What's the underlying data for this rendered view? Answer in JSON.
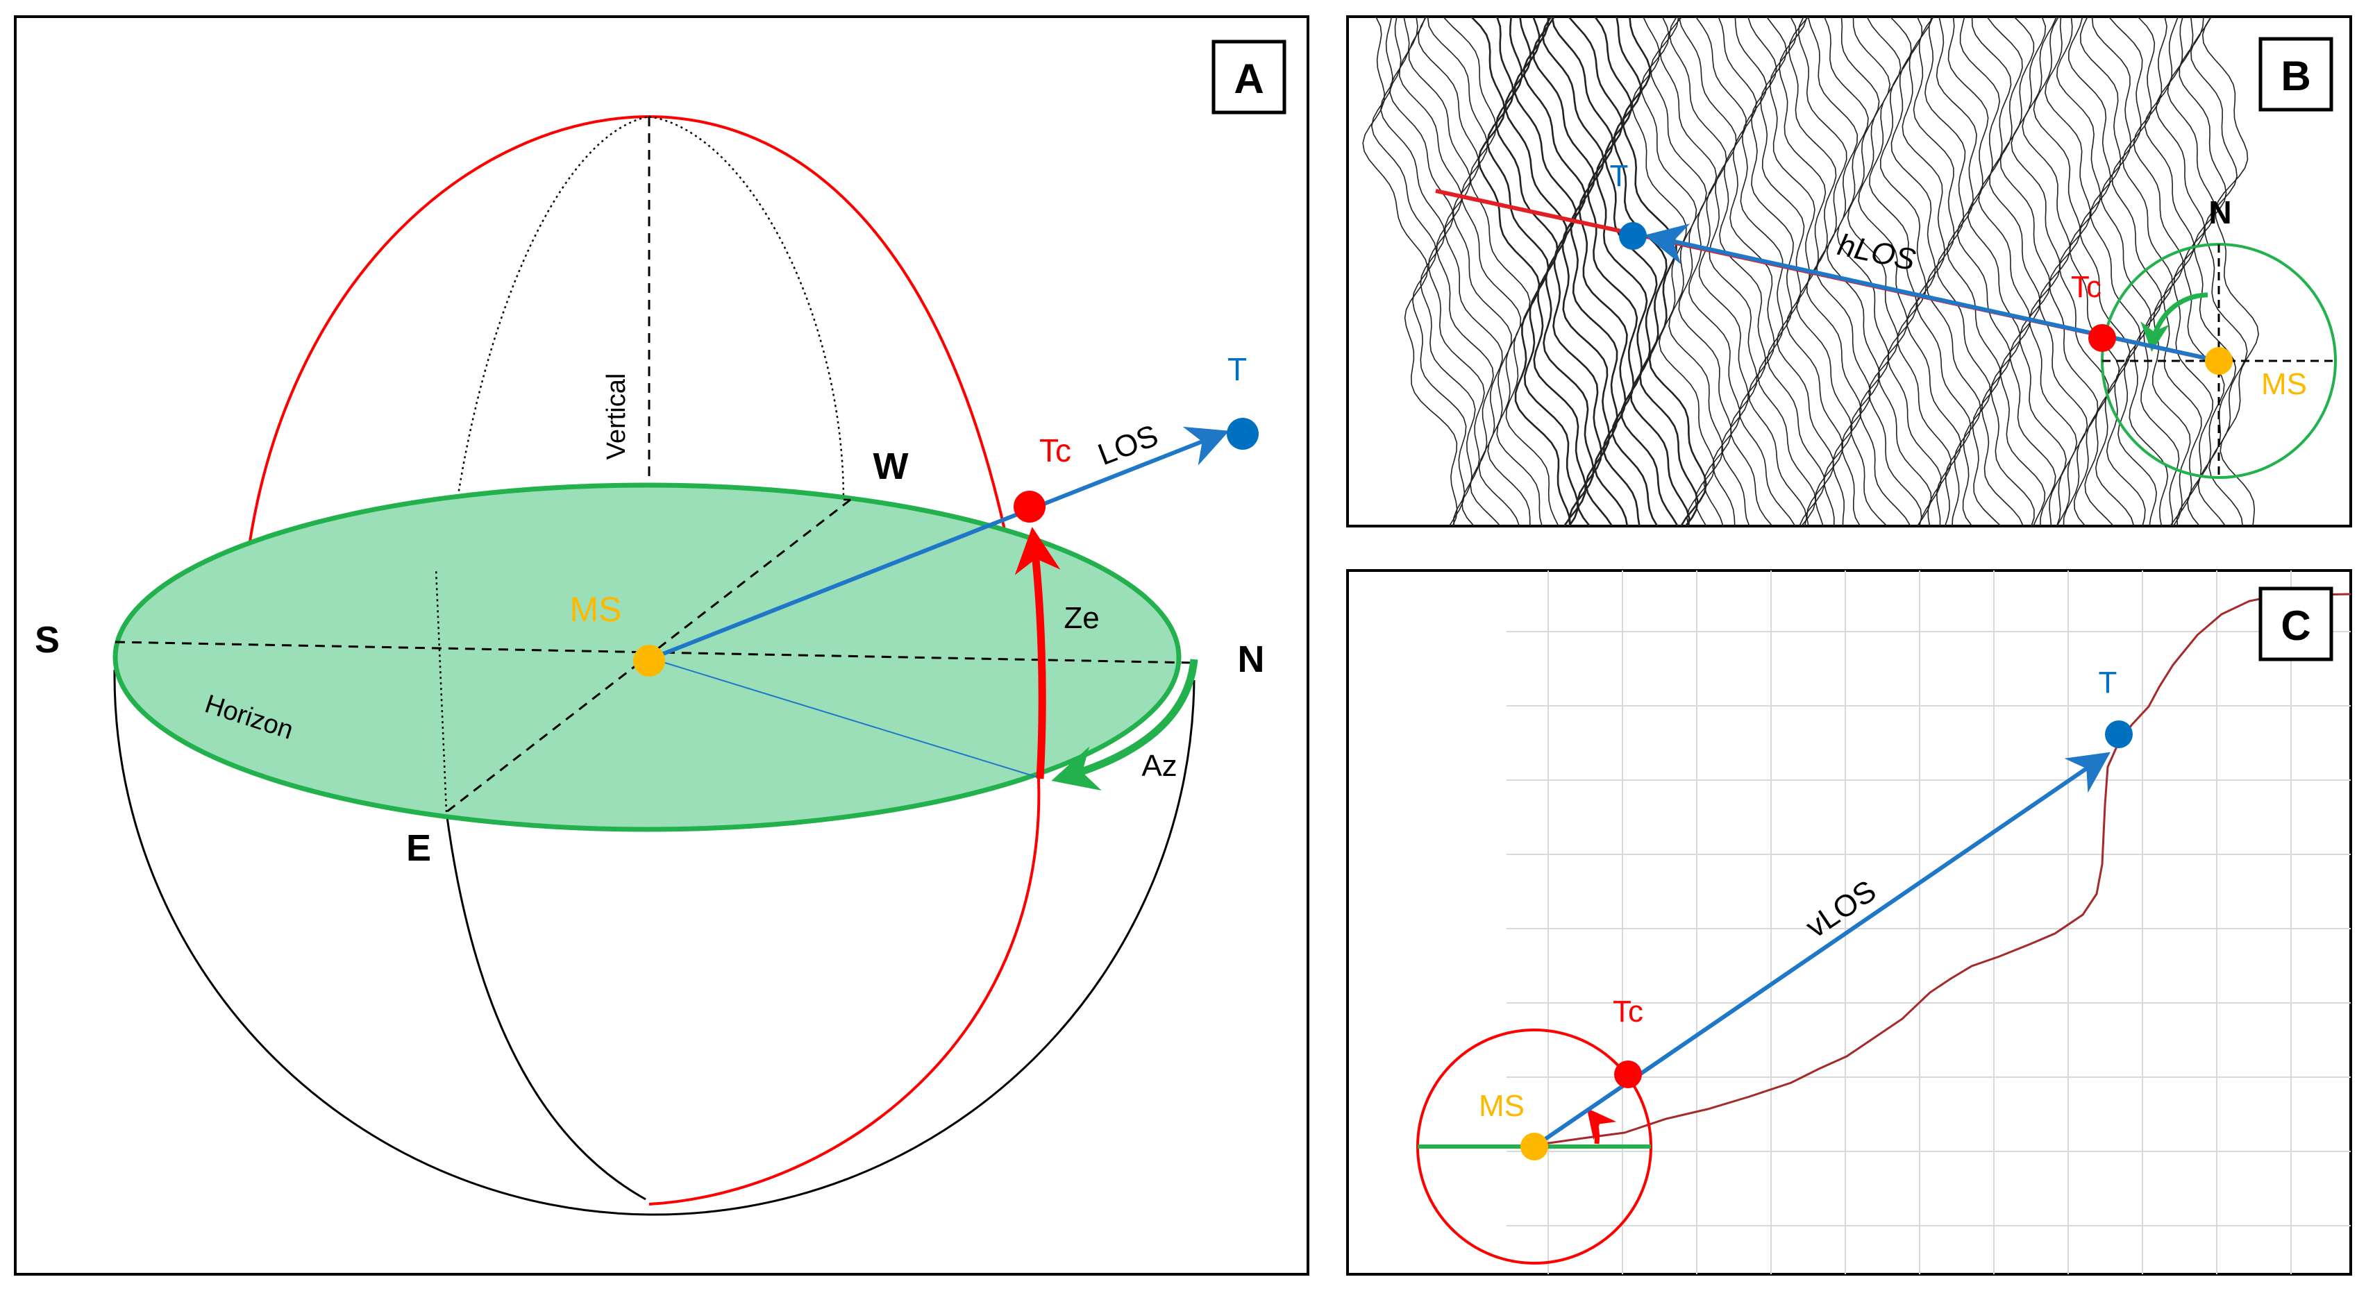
{
  "panels": {
    "a": {
      "letter": "A",
      "labels": {
        "south": "S",
        "north": "N",
        "west": "W",
        "east": "E",
        "vertical": "Vertical",
        "horizon": "Horizon",
        "station": "MS",
        "target": "T",
        "target_projection": "Tc",
        "line_of_sight": "LOS",
        "zenith": "Ze",
        "azimuth": "Az"
      }
    },
    "b": {
      "letter": "B",
      "labels": {
        "north": "N",
        "station": "MS",
        "target": "T",
        "target_projection": "Tc",
        "horizontal_los": "hLOS"
      }
    },
    "c": {
      "letter": "C",
      "labels": {
        "station": "MS",
        "target": "T",
        "target_projection": "Tc",
        "vertical_los": "vLOS"
      }
    }
  },
  "colors": {
    "station": "#FFB800",
    "target": "#0070C0",
    "target_projection": "#FF0000",
    "los": "#1F77C8",
    "horizon_fill": "#9ADFB8",
    "horizon_stroke": "#22B14C",
    "meridian": "#FF0000",
    "profile": "#A52A2A"
  }
}
